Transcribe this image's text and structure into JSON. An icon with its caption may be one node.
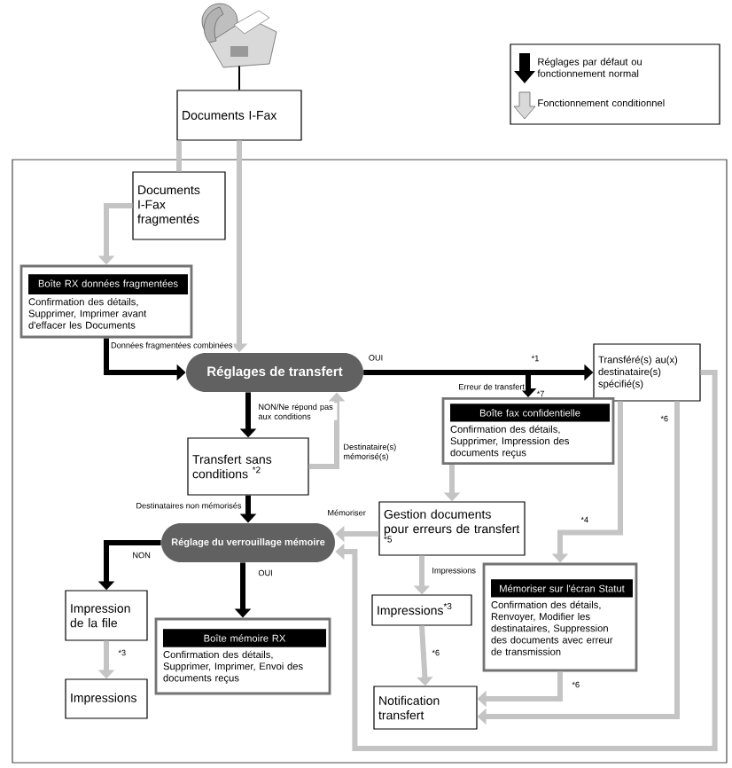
{
  "diagram": {
    "nodes": [
      {
        "text": [],
        "shape": "picture"
      },
      {
        "text": [
          "Documents I-Fax"
        ]
      },
      {
        "text": [
          "Documents I-Fax fragmentés"
        ]
      },
      {
        "text": [
          "Boîte RX données fragmentées",
          "Confirmation des détails, Supprimer, Imprimer avant d'effacer les Documents"
        ]
      },
      {
        "text": [
          "Réglages de transfert"
        ]
      },
      {
        "text": [
          "Transféré(s) au(x) destinataire(s) spécifié(s)"
        ]
      },
      {
        "text": [
          "Boîte fax confidentielle",
          "Confirmation des détails, Supprimer, Impression des documents reçus"
        ]
      },
      {
        "text": [
          "Transfert sans conditions $^{*2}$"
        ]
      },
      {
        "text": [
          "Gestion documents pour erreurs de transfert $^{*5}$"
        ]
      },
      {
        "text": [
          "Réglage du verrouillage mémoire"
        ]
      },
      {
        "text": [
          "Mémoriser sur l'écran Statut",
          "Confirmation des détails, Renvoyer, Modifier les destinataires, Suppression des documents avec erreur de transmission"
        ]
      },
      {
        "text": [
          "Impression de la file"
        ]
      },
      {
        "text": [
          "Boîte mémoire RX",
          "Confirmation des détails, Supprimer, Imprimer, Envoi des documents reçus"
        ]
      },
      {
        "text": [
          "Impressions$^{*3}$"
        ]
      },
      {
        "text": [
          "Impressions"
        ]
      },
      {
        "text": [
          "Notification transfert"
        ]
      }
    ],
    "edges": [
      {
        "from": 0,
        "to": 1,
        "arrow": "none",
        "color": "#000000"
      },
      {
        "from": 1,
        "to": 4,
        "arrow": "to",
        "color": "#c4c4c4"
      },
      {
        "from": 1,
        "to": 2,
        "arrow": "none",
        "color": "#c4c4c4"
      },
      {
        "from": 2,
        "to": 3,
        "arrow": "to",
        "color": "#c4c4c4"
      },
      {
        "from": 3,
        "to": 4,
        "arrow": "to",
        "color": "#000000",
        "label": "Données fragmentées combinées"
      },
      {
        "from": 4,
        "to": 5,
        "arrow": "to",
        "color": "#000000",
        "label": "OUI"
      },
      {
        "from": 4,
        "to": 6,
        "arrow": "to",
        "color": "#000000",
        "label": "Erreur de transfert"
      },
      {
        "from": 4,
        "to": 7,
        "arrow": "to",
        "color": "#000000",
        "label": "NON/Ne répond pas aux conditions"
      },
      {
        "from": 7,
        "to": 4,
        "arrow": "to",
        "color": "#c4c4c4",
        "label": "Destinataire(s) mémorisé(s)"
      },
      {
        "from": 7,
        "to": 9,
        "arrow": "to",
        "color": "#000000",
        "label": "Destinataires non mémorisés"
      },
      {
        "from": 8,
        "to": 9,
        "arrow": "to",
        "color": "#c4c4c4",
        "label": "Mémoriser"
      },
      {
        "from": 6,
        "to": 8,
        "arrow": "to",
        "color": "#c4c4c4"
      },
      {
        "from": 5,
        "to": 10,
        "arrow": "to",
        "color": "#c4c4c4",
        "label": "*4"
      },
      {
        "from": 5,
        "to": 15,
        "arrow": "to",
        "color": "#c4c4c4",
        "label": "*6"
      },
      {
        "from": 5,
        "to": 9,
        "arrow": "to",
        "color": "#c4c4c4"
      },
      {
        "from": 8,
        "to": 13,
        "arrow": "to",
        "color": "#c4c4c4",
        "label": "Impressions"
      },
      {
        "from": 13,
        "to": 15,
        "arrow": "to",
        "color": "#c4c4c4",
        "label": "*6"
      },
      {
        "from": 10,
        "to": 15,
        "arrow": "to",
        "color": "#c4c4c4",
        "label": "*6"
      },
      {
        "from": 9,
        "to": 11,
        "arrow": "to",
        "color": "#000000",
        "label": "NON"
      },
      {
        "from": 9,
        "to": 12,
        "arrow": "to",
        "color": "#000000",
        "label": "OUI"
      },
      {
        "from": 11,
        "to": 14,
        "arrow": "to",
        "color": "#c4c4c4",
        "label": "*3"
      }
    ],
    "labels": [
      "*1",
      "*7"
    ],
    "legend": [
      {
        "text": "Réglages par défaut ou fonctionnement normal"
      },
      {
        "text": "Fonctionnement conditionnel"
      }
    ]
  }
}
